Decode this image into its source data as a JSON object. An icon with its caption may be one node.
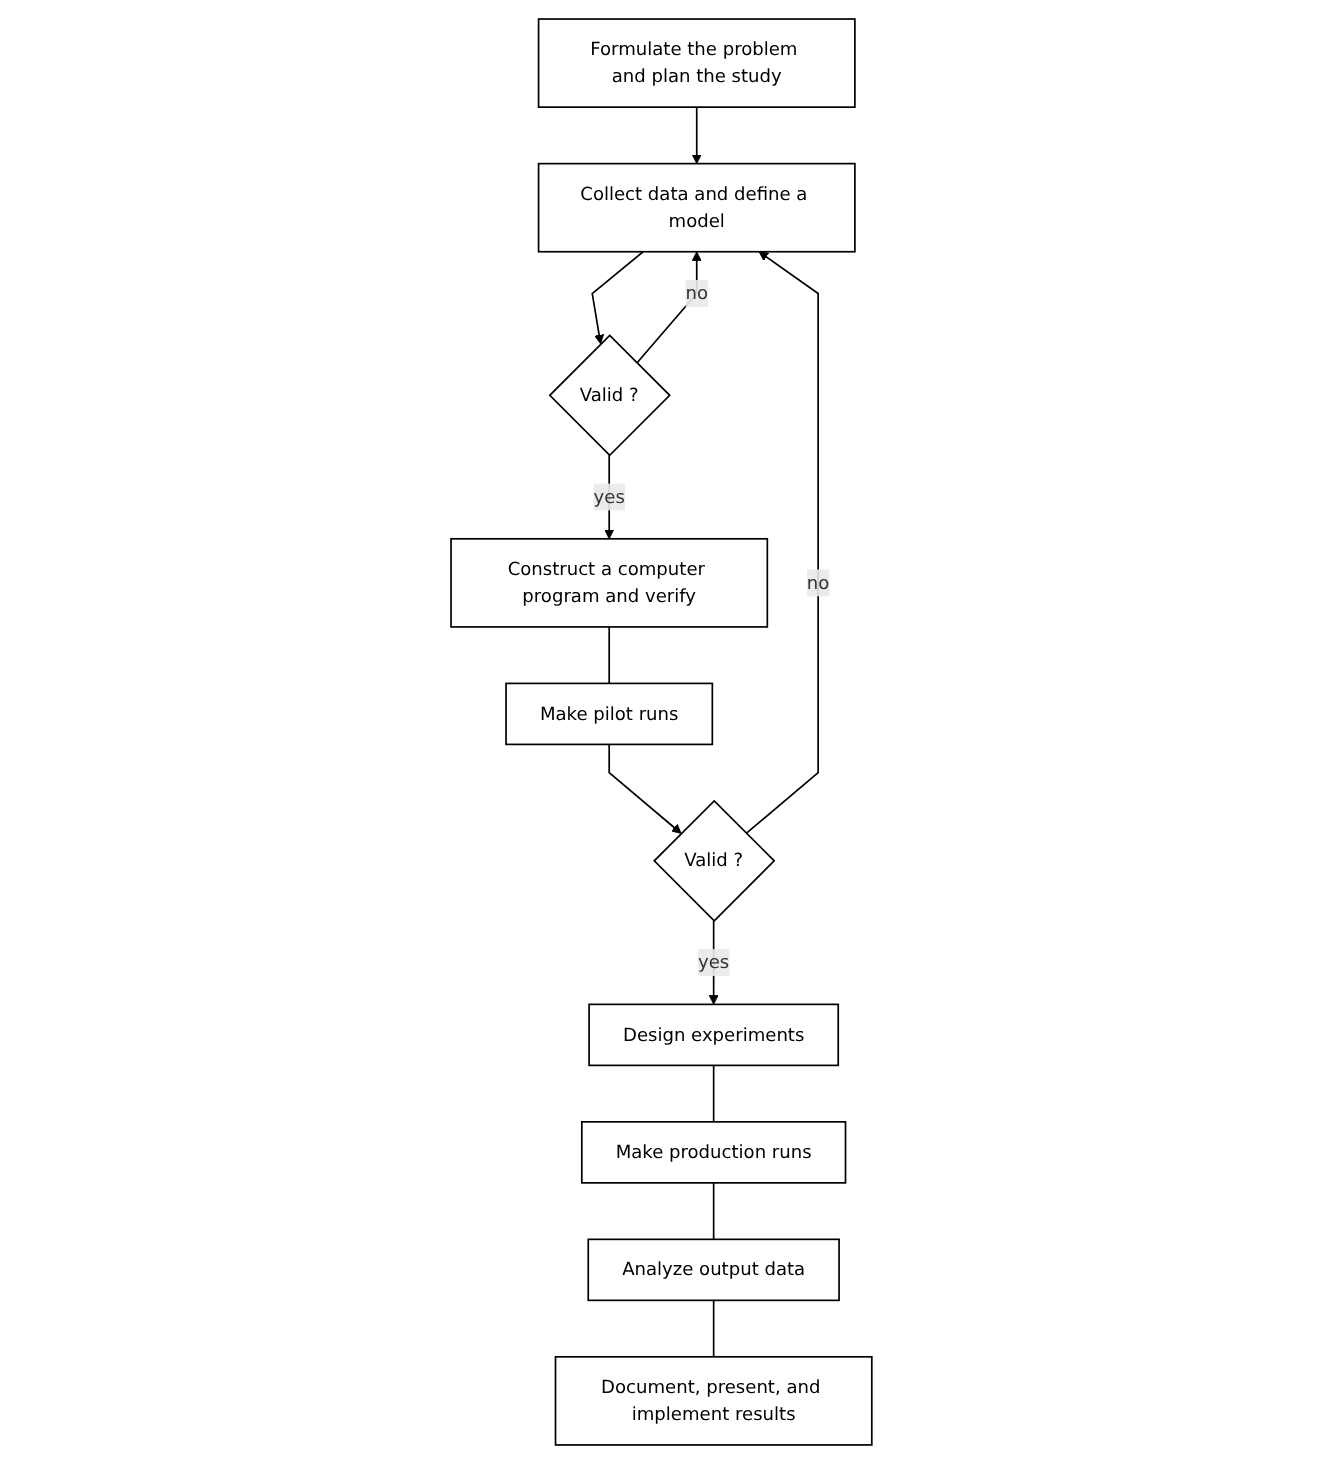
{
  "diagram": {
    "nodes": [
      {
        "text": [
          "Formulate the problem and plan the study"
        ]
      },
      {
        "text": [
          "Collect data and define a model"
        ]
      },
      {
        "text": [
          "Valid ?"
        ]
      },
      {
        "text": [
          "Construct a computer program and verify"
        ]
      },
      {
        "text": [
          "Make pilot runs"
        ]
      },
      {
        "text": [
          "Valid ?"
        ]
      },
      {
        "text": [
          "Design experiments"
        ]
      },
      {
        "text": [
          "Make production runs"
        ]
      },
      {
        "text": [
          "Analyze output data"
        ]
      },
      {
        "text": [
          "Document, present, and implement results"
        ]
      }
    ],
    "edges": [
      {
        "from": 0,
        "to": 1,
        "arrow": "to"
      },
      {
        "from": 2,
        "to": 1,
        "arrow": "to",
        "label": "no"
      },
      {
        "from": 1,
        "to": 2,
        "arrow": "to"
      },
      {
        "from": 2,
        "to": 3,
        "arrow": "to",
        "label": "yes"
      },
      {
        "from": 3,
        "to": 4,
        "arrow": "none"
      },
      {
        "from": 4,
        "to": 5,
        "arrow": "to"
      },
      {
        "from": 5,
        "to": 1,
        "arrow": "to",
        "label": "no"
      },
      {
        "from": 5,
        "to": 6,
        "arrow": "to",
        "label": "yes"
      },
      {
        "from": 6,
        "to": 7,
        "arrow": "none"
      },
      {
        "from": 7,
        "to": 8,
        "arrow": "none"
      },
      {
        "from": 8,
        "to": 9,
        "arrow": "none"
      }
    ]
  }
}
